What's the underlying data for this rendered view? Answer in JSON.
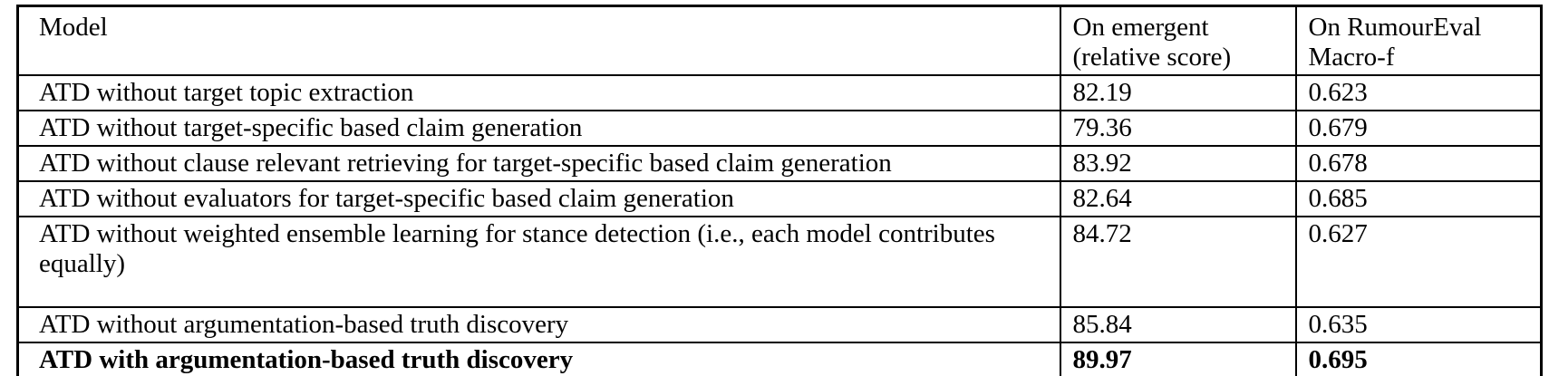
{
  "page": {
    "background_color": "#ffffff",
    "text_color": "#000000",
    "border_color": "#000000"
  },
  "table": {
    "columns": [
      {
        "label": "Model"
      },
      {
        "label": "On emergent (relative score)"
      },
      {
        "label": "On RumourEval Macro-f"
      }
    ],
    "rows": [
      {
        "model": "ATD without target topic extraction",
        "emergent": "82.19",
        "rumoureval": "0.623",
        "bold": false
      },
      {
        "model": "ATD without target-specific based claim generation",
        "emergent": "79.36",
        "rumoureval": "0.679",
        "bold": false
      },
      {
        "model": "ATD without clause relevant retrieving for target-specific based claim generation",
        "emergent": "83.92",
        "rumoureval": "0.678",
        "bold": false
      },
      {
        "model": "ATD without evaluators for target-specific based claim generation",
        "emergent": "82.64",
        "rumoureval": "0.685",
        "bold": false
      },
      {
        "model": "ATD without weighted ensemble learning for stance detection (i.e., each model contributes equally)",
        "emergent": "84.72",
        "rumoureval": "0.627",
        "bold": false
      },
      {
        "model": "ATD without argumentation-based truth discovery",
        "emergent": "85.84",
        "rumoureval": "0.635",
        "bold": false
      },
      {
        "model": "ATD with argumentation-based truth discovery",
        "emergent": "89.97",
        "rumoureval": "0.695",
        "bold": true
      }
    ]
  }
}
